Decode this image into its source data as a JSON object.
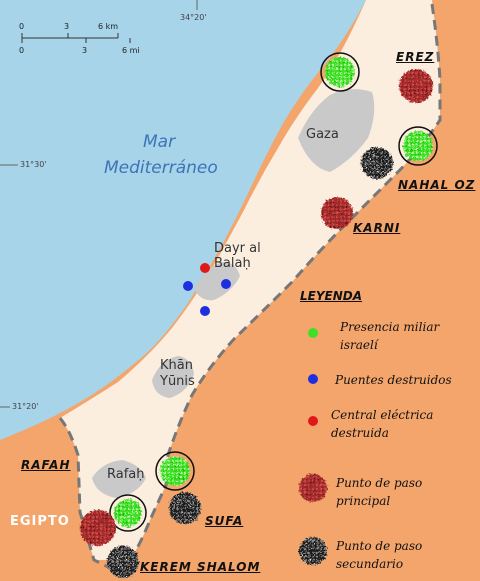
{
  "map": {
    "sea_label": [
      "Mar",
      "Mediterráneo"
    ],
    "egypt_label": "EGIPTO",
    "scale": {
      "km_ticks": [
        "0",
        "3",
        "6 km"
      ],
      "mi_ticks": [
        "0",
        "3",
        "6 mi"
      ]
    },
    "coords": {
      "top": "34°20'",
      "left_upper": "31°30'",
      "left_lower": "31°20'"
    },
    "cities": [
      {
        "id": "gaza",
        "label": [
          "Gaza"
        ]
      },
      {
        "id": "dayr-al-balah",
        "label": [
          "Dayr al",
          "Balaḥ"
        ]
      },
      {
        "id": "khan-yunis",
        "label": [
          "Khān",
          "Yūnis"
        ]
      },
      {
        "id": "rafah-city",
        "label": [
          "Rafaḥ"
        ]
      }
    ],
    "crossings": [
      "EREZ",
      "NAHAL OZ",
      "KARNI",
      "RAFAH",
      "SUFA",
      "KEREM SHALOM"
    ],
    "colors": {
      "sea": "#a7d4e9",
      "israel_egypt": "#f3a56c",
      "gaza_strip": "#fbeede",
      "urban": "#c9c9c9",
      "presence": "#3ee024",
      "bridge": "#1f2fe0",
      "power": "#e01818",
      "main_crossing": "#9e2a2a",
      "secondary_crossing": "#1a1a1a"
    }
  },
  "legend": {
    "title": "LEYENDA",
    "items": [
      {
        "key": "presence",
        "label": [
          "Presencia miliar",
          "israelí"
        ]
      },
      {
        "key": "bridge",
        "label": [
          "Puentes destruidos"
        ]
      },
      {
        "key": "power",
        "label": [
          "Central eléctrica",
          "destruida"
        ]
      },
      {
        "key": "main_crossing",
        "label": [
          "Punto de paso",
          "principal"
        ]
      },
      {
        "key": "secondary_crossing",
        "label": [
          "Punto de paso",
          "secundario"
        ]
      }
    ]
  }
}
